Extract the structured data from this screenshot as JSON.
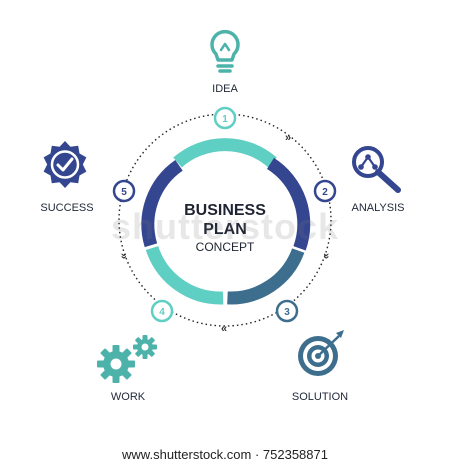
{
  "title": {
    "line1": "BUSINESS",
    "line2": "PLAN",
    "line3": "CONCEPT"
  },
  "steps": [
    {
      "number": "1",
      "label": "IDEA",
      "icon": "lightbulb-icon"
    },
    {
      "number": "2",
      "label": "ANALYSIS",
      "icon": "magnifier-icon"
    },
    {
      "number": "3",
      "label": "SOLUTION",
      "icon": "target-icon"
    },
    {
      "number": "4",
      "label": "WORK",
      "icon": "gears-icon"
    },
    {
      "number": "5",
      "label": "SUCCESS",
      "icon": "badge-check-icon"
    }
  ],
  "direction_marks": [
    "»",
    "»",
    "«",
    "«",
    "«"
  ],
  "watermark": {
    "brand": "shutterstock",
    "url": "www.shutterstock.com · 752358871"
  },
  "colors": {
    "teal": "#5fcfc3",
    "navy": "#34468f",
    "steel": "#3d6e8e",
    "icon_teal": "#4db3aa",
    "icon_navy": "#34468f"
  }
}
